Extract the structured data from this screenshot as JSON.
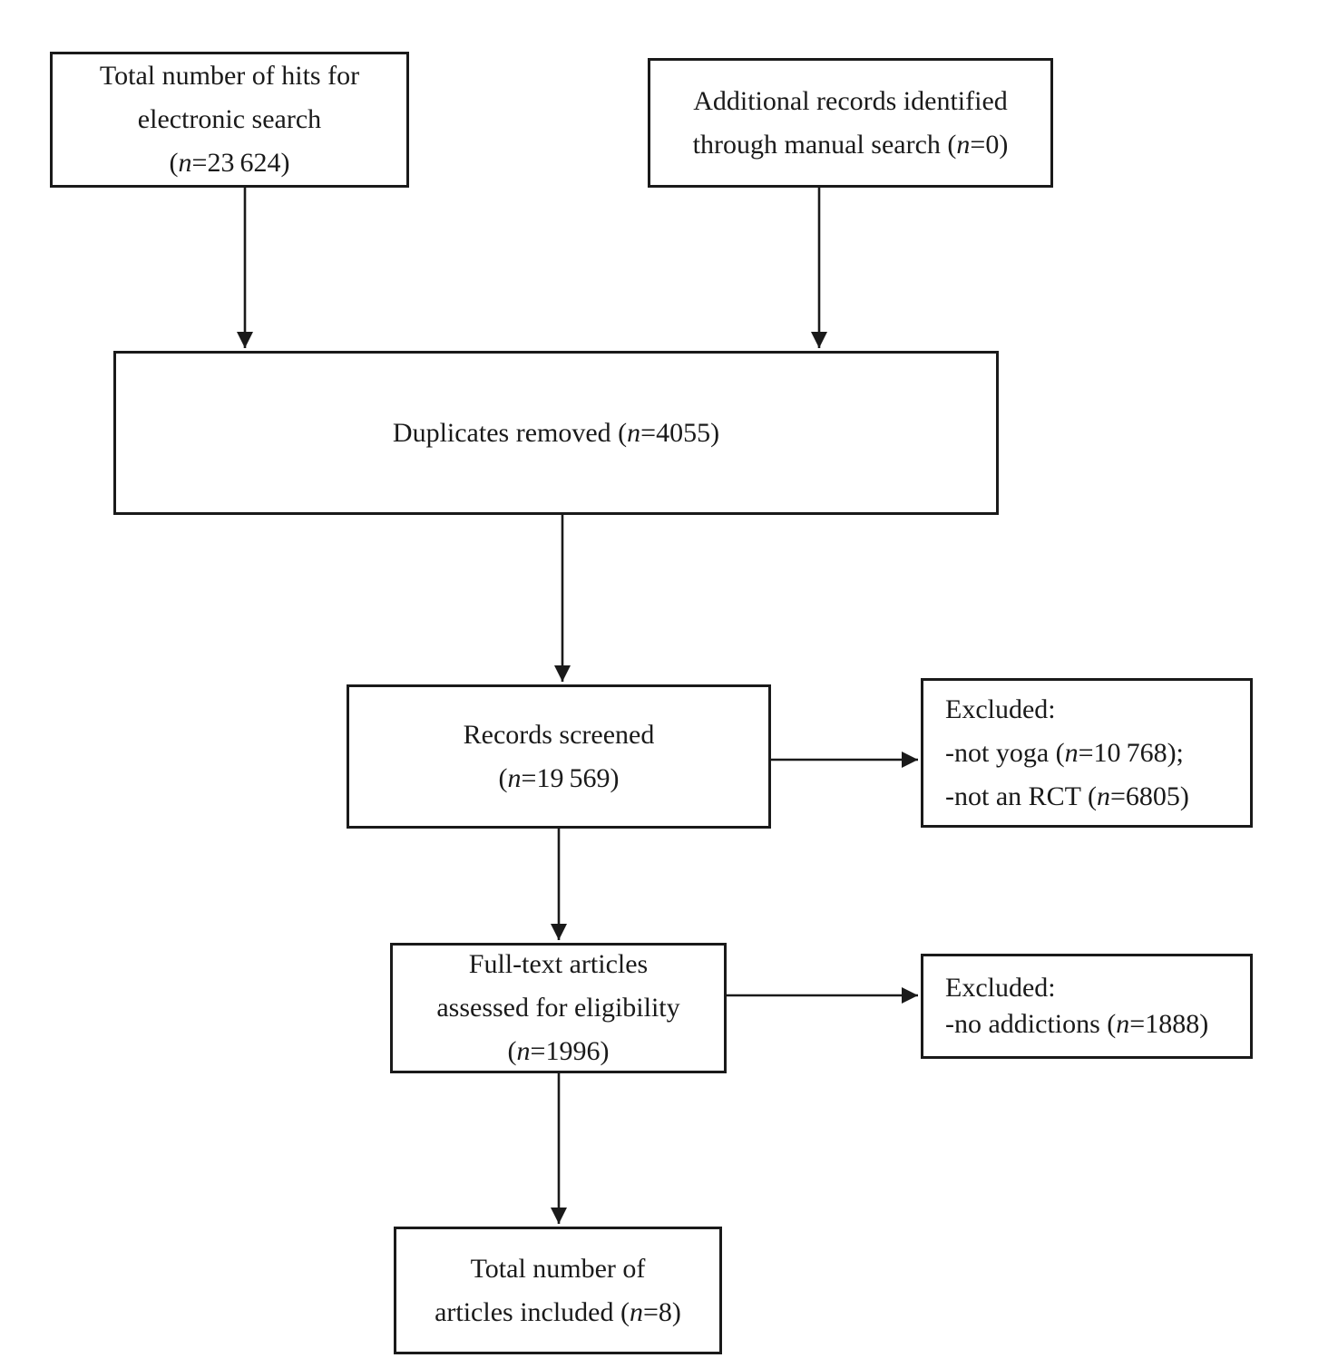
{
  "canvas": {
    "background": "#ffffff",
    "line_color": "#1a1a1a"
  },
  "boxes": {
    "electronic_search": {
      "lines": [
        "Total number of hits for",
        "electronic search",
        "(n=23 624)"
      ]
    },
    "manual_search": {
      "lines": [
        "Additional records identified",
        "through manual search (n=0)"
      ]
    },
    "duplicates_removed": {
      "lines": [
        "Duplicates removed (n=4055)"
      ]
    },
    "records_screened": {
      "lines": [
        "Records screened",
        "(n=19 569)"
      ]
    },
    "excluded_screening": {
      "lines": [
        "Excluded:",
        "-not yoga (n=10 768);",
        "-not an RCT (n=6805)"
      ]
    },
    "fulltext_assessed": {
      "lines": [
        "Full-text articles",
        "assessed for eligibility",
        "(n=1996)"
      ]
    },
    "excluded_fulltext": {
      "lines": [
        "Excluded:",
        "-no addictions (n=1888)"
      ]
    },
    "articles_included": {
      "lines": [
        "Total number of",
        "articles included (n=8)"
      ]
    }
  }
}
